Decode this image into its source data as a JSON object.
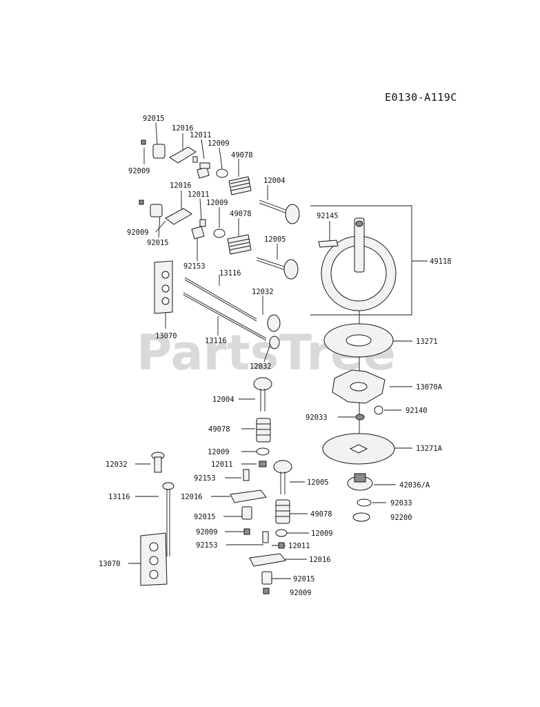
{
  "diagram_code": "E0130-A119C",
  "watermark": "PartsTree",
  "part_labels": {
    "l01": "92015",
    "l02": "12016",
    "l03": "12011",
    "l04": "12009",
    "l05": "49078",
    "l06": "92009",
    "l07": "12004",
    "l08": "12016",
    "l09": "12011",
    "l10": "12009",
    "l11": "49078",
    "l12": "92009",
    "l13": "92015",
    "l14": "92145",
    "l15": "12005",
    "l16": "92153",
    "l17": "49118",
    "l18": "13116",
    "l19": "12032",
    "l20": "13070",
    "l21": "13116",
    "l22": "13271",
    "l23": "12032",
    "l24": "13070A",
    "l25": "12004",
    "l26": "92033",
    "l27": "92140",
    "l28": "49078",
    "l29": "13271A",
    "l30": "12009",
    "l31": "12032",
    "l32": "12011",
    "l33": "12005",
    "l34": "92153",
    "l35": "42036/A",
    "l36": "13116",
    "l37": "12016",
    "l38": "92033",
    "l39": "92015",
    "l40": "92200",
    "l41": "49078",
    "l42": "92009",
    "l43": "12009",
    "l44": "92153",
    "l45": "12011",
    "l46": "13070",
    "l47": "12016",
    "l48": "92015",
    "l49": "92009"
  }
}
